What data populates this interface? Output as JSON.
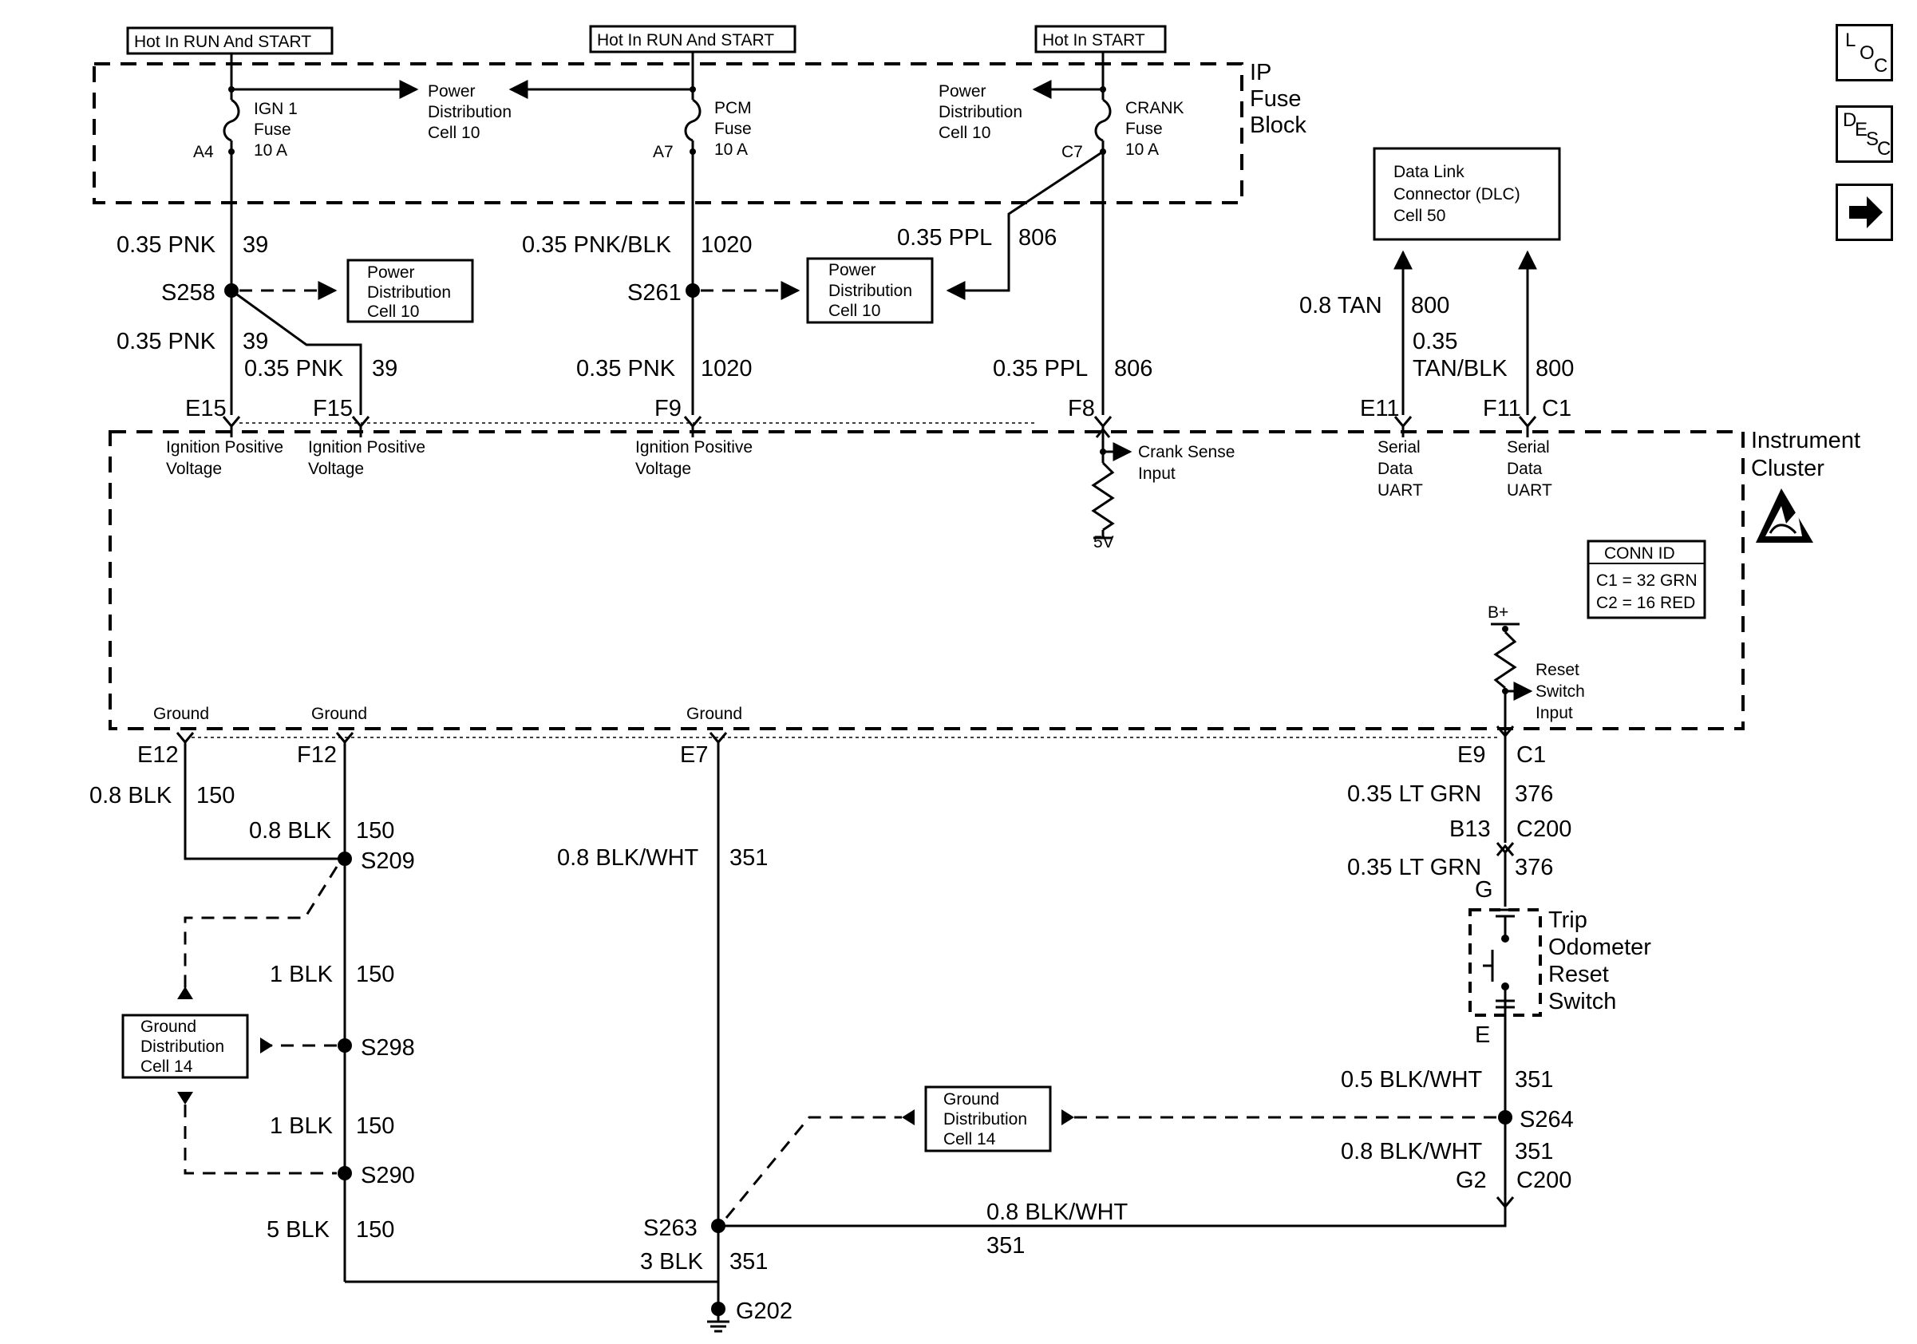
{
  "nav": {
    "loc": [
      "L",
      "O",
      "C"
    ],
    "desc": [
      "D",
      "E",
      "S",
      "C"
    ],
    "next_icon": "right-arrow-icon"
  },
  "headers": {
    "run_start_1": "Hot In RUN And START",
    "run_start_2": "Hot In RUN And START",
    "start": "Hot In START"
  },
  "ip_fuse_block": {
    "line1": "IP",
    "line2": "Fuse",
    "line3": "Block"
  },
  "instrument_cluster": {
    "line1": "Instrument",
    "line2": "Cluster",
    "esd_icon": "esd-sensitive-icon"
  },
  "fuses": {
    "ign1": {
      "name1": "IGN 1",
      "name2": "Fuse",
      "rating": "10 A",
      "pin": "A4"
    },
    "pcm": {
      "name1": "PCM",
      "name2": "Fuse",
      "rating": "10 A",
      "pin": "A7"
    },
    "crank": {
      "name1": "CRANK",
      "name2": "Fuse",
      "rating": "10 A",
      "pin": "C7"
    }
  },
  "power_dist": {
    "line1": "Power",
    "line2": "Distribution",
    "line3": "Cell 10"
  },
  "ground_dist": {
    "line1": "Ground",
    "line2": "Distribution",
    "line3": "Cell 14"
  },
  "dlc": {
    "line1": "Data Link",
    "line2": "Connector (DLC)",
    "line3": "Cell 50"
  },
  "conn_id": {
    "title": "CONN ID",
    "c1": "C1 = 32 GRN",
    "c2": "C2 = 16 RED"
  },
  "wires": {
    "pnk_39": "0.35 PNK",
    "n39": "39",
    "pnk_blk": "0.35 PNK/BLK",
    "n1020": "1020",
    "pnk": "0.35 PNK",
    "ppl": "0.35 PPL",
    "n806": "806",
    "tan": "0.8 TAN",
    "n800": "800",
    "tan_blk_1": "0.35",
    "tan_blk_2": "TAN/BLK",
    "blk08": "0.8 BLK",
    "n150": "150",
    "blk1": "1 BLK",
    "blk5": "5 BLK",
    "blkwht08": "0.8 BLK/WHT",
    "n351": "351",
    "blkwht05": "0.5 BLK/WHT",
    "blk3": "3 BLK",
    "ltgrn": "0.35 LT GRN",
    "n376": "376"
  },
  "splices": {
    "s258": "S258",
    "s261": "S261",
    "s209": "S209",
    "s298": "S298",
    "s290": "S290",
    "s263": "S263",
    "s264": "S264"
  },
  "ground": "G202",
  "pins": {
    "e15": "E15",
    "f15": "F15",
    "f9": "F9",
    "f8": "F8",
    "e11": "E11",
    "f11": "F11",
    "c1": "C1",
    "e12": "E12",
    "f12": "F12",
    "e7": "E7",
    "e9": "E9",
    "b13": "B13",
    "c200": "C200",
    "g": "G",
    "e": "E",
    "g2": "G2"
  },
  "cluster_inputs": {
    "ipv1": "Ignition Positive",
    "ipv2": "Voltage",
    "crank1": "Crank Sense",
    "crank2": "Input",
    "v5": "5V",
    "serial1": "Serial",
    "serial2": "Data",
    "serial3": "UART",
    "ground": "Ground",
    "bplus": "B+",
    "reset1": "Reset",
    "reset2": "Switch",
    "reset3": "Input"
  },
  "trip_switch": {
    "line1": "Trip",
    "line2": "Odometer",
    "line3": "Reset",
    "line4": "Switch"
  }
}
